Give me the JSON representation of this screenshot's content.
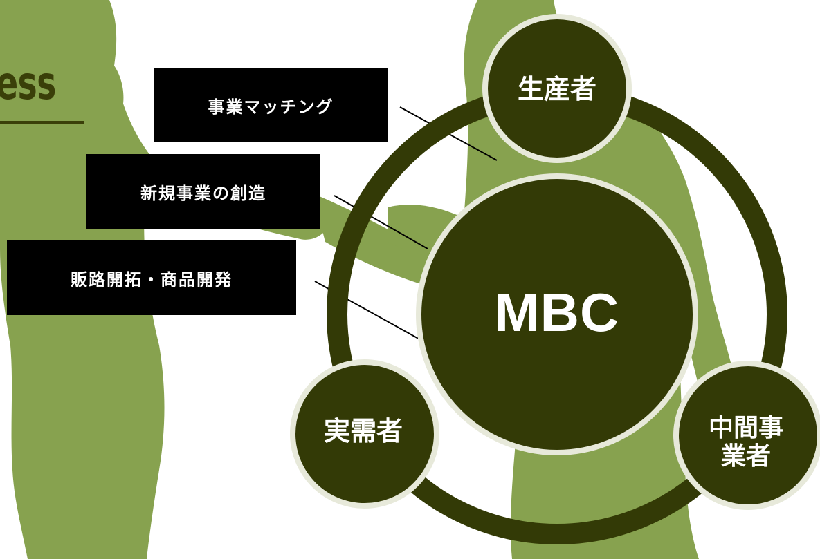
{
  "diagram": {
    "heading_fragment": "ess",
    "center": {
      "label": "MBC"
    },
    "nodes": [
      {
        "id": "top",
        "label": "生産者"
      },
      {
        "id": "left",
        "label": "実需者"
      },
      {
        "id": "right",
        "label": "中間事\n業者"
      }
    ],
    "labels": [
      "事業マッチング",
      "新規事業の創造",
      "販路開拓・商品開発"
    ],
    "colors": {
      "silhouette": "#87a24f",
      "dark_olive": "#333a06",
      "circle_border": "#e7e9da",
      "label_bg": "#000000",
      "text_light": "#ffffff"
    }
  }
}
